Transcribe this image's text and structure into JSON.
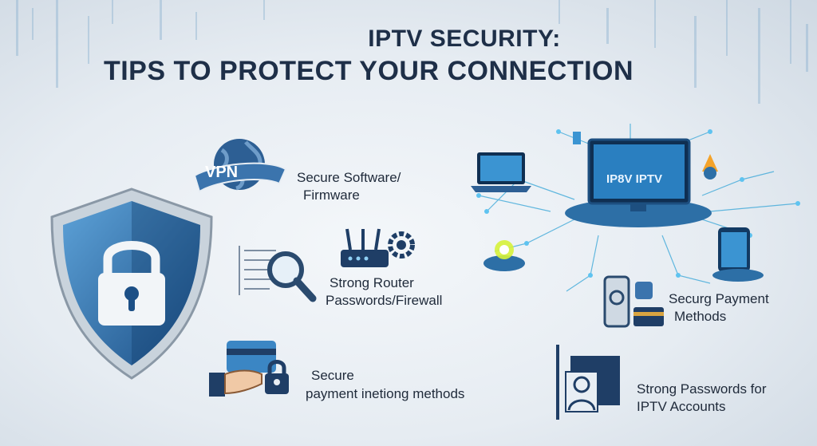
{
  "title": {
    "line1": "IPTV SECURITY:",
    "line2": "TIPS TO PROTECT YOUR CONNECTION"
  },
  "items": [
    {
      "icon": "vpn-globe-icon",
      "badge": "VPN",
      "line1": "Secure Software/",
      "line2": "Firmware"
    },
    {
      "icon": "router-icon",
      "line1": "Strong Router",
      "line2": "Passwords/Firewall"
    },
    {
      "icon": "card-lock-icon",
      "line1": "Secure",
      "line2": "payment inetiong methods"
    },
    {
      "icon": "phone-payment-icon",
      "line1": "Securg Payment",
      "line2": "Methods"
    },
    {
      "icon": "user-account-icon",
      "line1": "Strong Passwords for",
      "line2": "IPTV Accounts"
    }
  ],
  "monitor": {
    "screen_text": "IP8V IPTV"
  },
  "colors": {
    "title": "#1e2f48",
    "shield": "#2b6fa8",
    "accent": "#3fa9d9",
    "glow": "#d6f23a"
  }
}
